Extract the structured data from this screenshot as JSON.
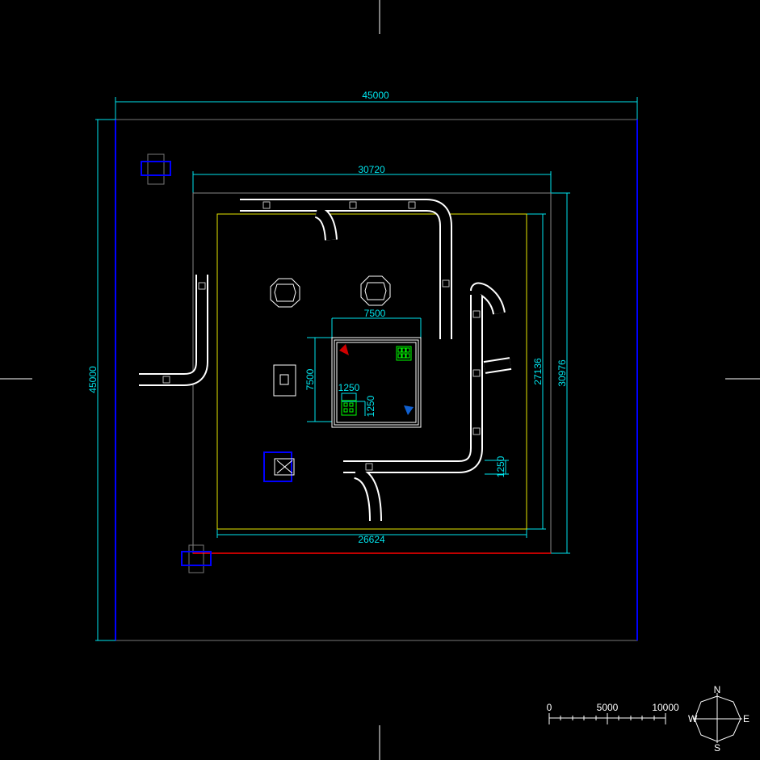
{
  "dimensions": {
    "outer_width": "45000",
    "outer_height": "45000",
    "inner_width": "30720",
    "inner_height": "30976",
    "yard_width": "26624",
    "yard_height": "27136",
    "block_width": "7500",
    "block_height": "7500",
    "slot_width": "1250",
    "slot_height": "1250",
    "lane_width": "1250"
  },
  "scale_bar": {
    "labels": [
      "0",
      "5000",
      "10000"
    ]
  },
  "compass": {
    "n": "N",
    "s": "S",
    "e": "E",
    "w": "W"
  },
  "colors": {
    "dimension": "#00e5ee",
    "boundary": "#0000ff",
    "yard": "#ffff00",
    "edge": "#ff0000",
    "equipment": "#00ff00"
  }
}
